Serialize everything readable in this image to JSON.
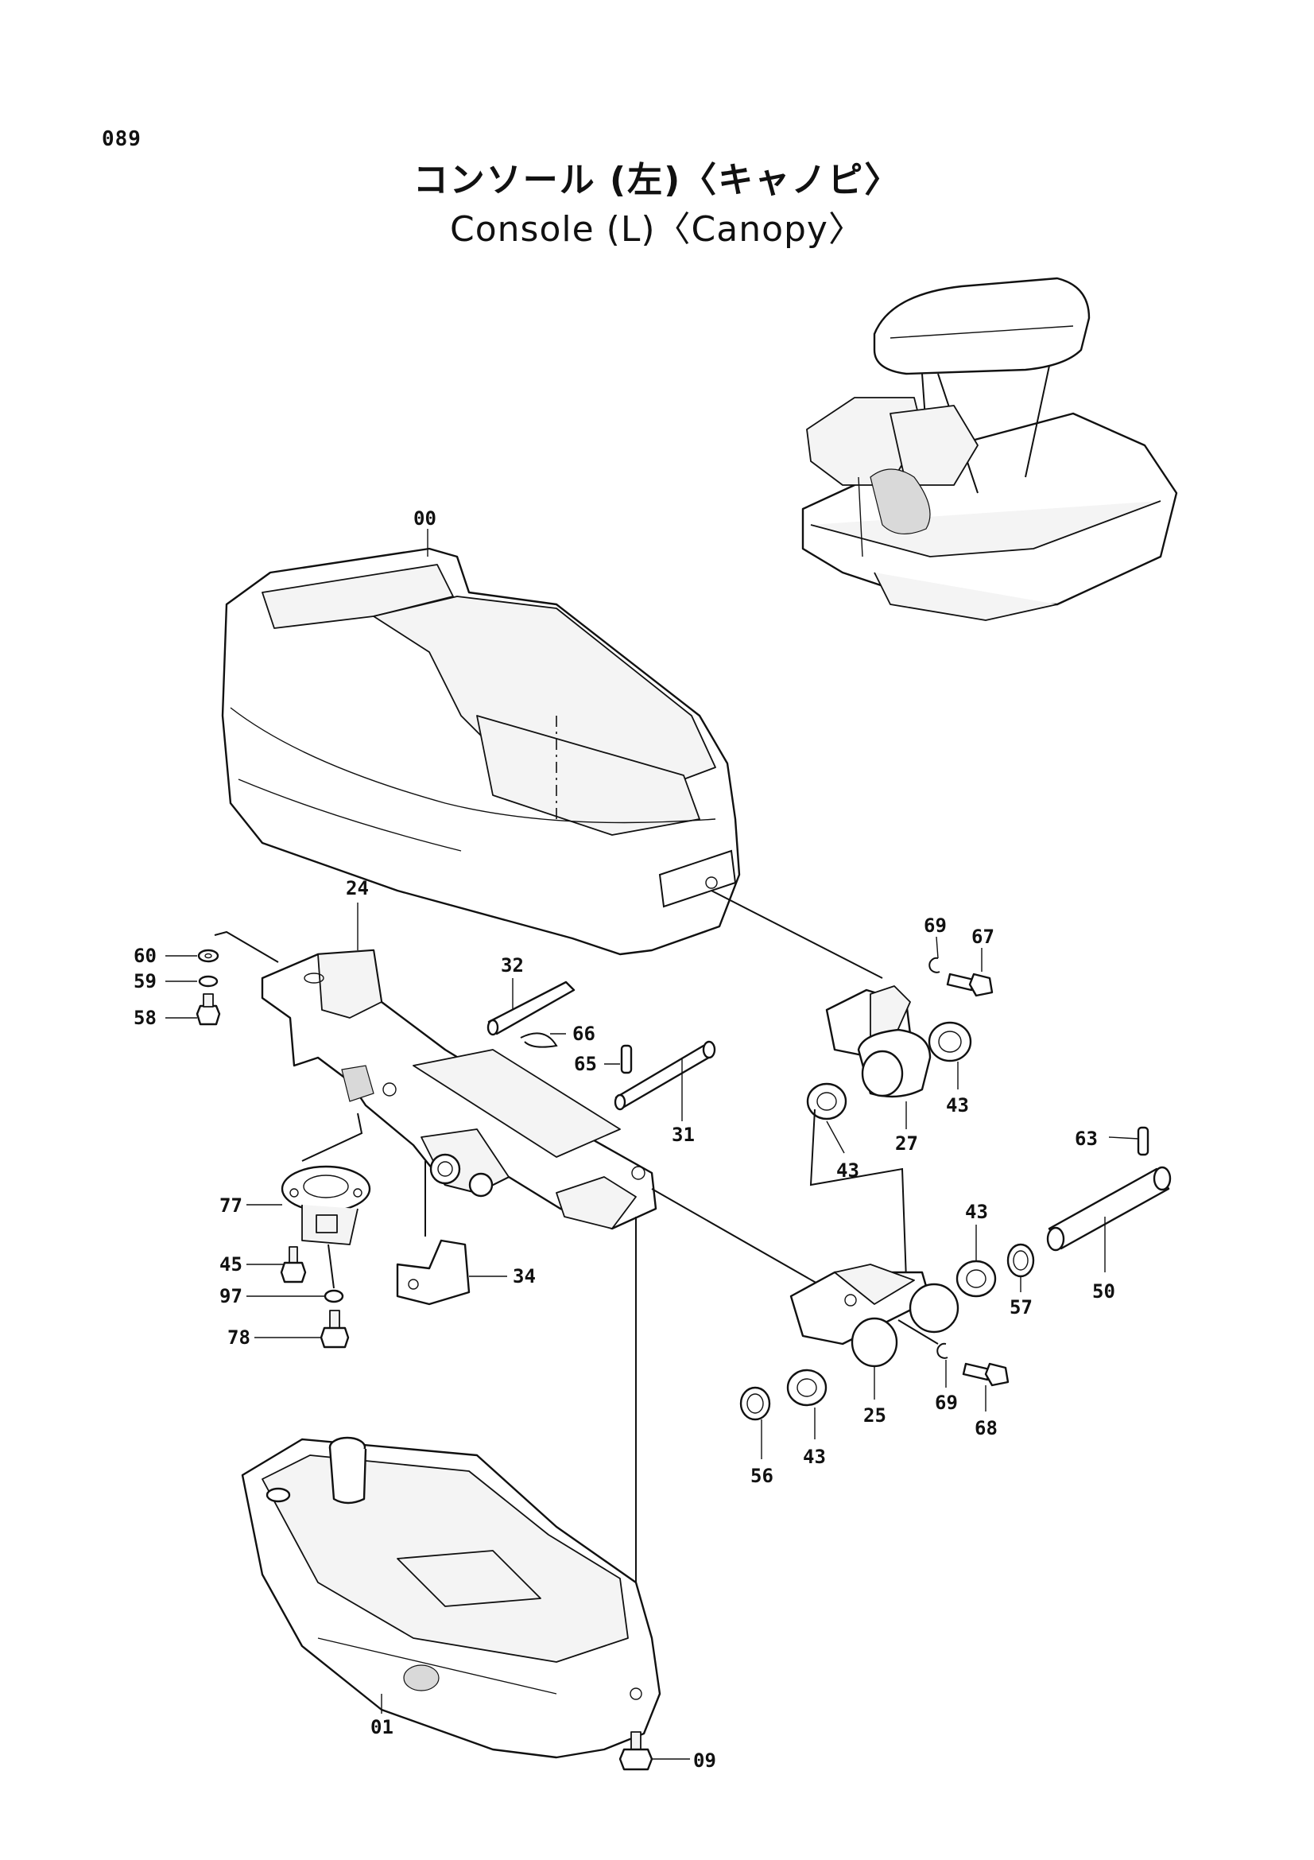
{
  "header": {
    "page_number": "089",
    "title_jp": "コンソール (左)〈キャノピ〉",
    "title_en": "Console (L)〈Canopy〉"
  },
  "callouts": [
    {
      "id": "c00",
      "text": "00"
    },
    {
      "id": "c24",
      "text": "24"
    },
    {
      "id": "c60",
      "text": "60"
    },
    {
      "id": "c59",
      "text": "59"
    },
    {
      "id": "c58",
      "text": "58"
    },
    {
      "id": "c32",
      "text": "32"
    },
    {
      "id": "c66",
      "text": "66"
    },
    {
      "id": "c65",
      "text": "65"
    },
    {
      "id": "c31",
      "text": "31"
    },
    {
      "id": "c69a",
      "text": "69"
    },
    {
      "id": "c67",
      "text": "67"
    },
    {
      "id": "c43a",
      "text": "43"
    },
    {
      "id": "c27",
      "text": "27"
    },
    {
      "id": "c43b",
      "text": "43"
    },
    {
      "id": "c63",
      "text": "63"
    },
    {
      "id": "c77",
      "text": "77"
    },
    {
      "id": "c45",
      "text": "45"
    },
    {
      "id": "c97",
      "text": "97"
    },
    {
      "id": "c78",
      "text": "78"
    },
    {
      "id": "c34",
      "text": "34"
    },
    {
      "id": "c43c",
      "text": "43"
    },
    {
      "id": "c50",
      "text": "50"
    },
    {
      "id": "c57",
      "text": "57"
    },
    {
      "id": "c69b",
      "text": "69"
    },
    {
      "id": "c68",
      "text": "68"
    },
    {
      "id": "c25",
      "text": "25"
    },
    {
      "id": "c43d",
      "text": "43"
    },
    {
      "id": "c56",
      "text": "56"
    },
    {
      "id": "c01",
      "text": "01"
    },
    {
      "id": "c09",
      "text": "09"
    }
  ]
}
